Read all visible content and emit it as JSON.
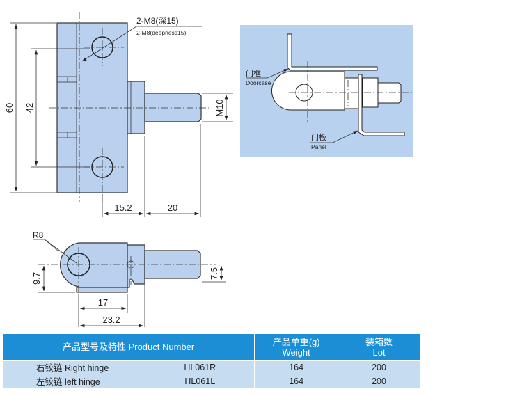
{
  "top_view": {
    "dim_height": "60",
    "dim_hole_spacing": "42",
    "dim_thread": "M10",
    "dim_collar": "15.2",
    "dim_shaft": "20",
    "hole_label_cn": "2-M8(深15)",
    "hole_label_en": "2-M8(deepness15)"
  },
  "side_view": {
    "radius": "R8",
    "dim_hole_offset": "9.7",
    "dim_shaft_half": "7.5",
    "dim_body": "17",
    "dim_total": "23.2"
  },
  "install_view": {
    "doorcase_cn": "门框",
    "doorcase_en": "Doorcase",
    "panel_cn": "门板",
    "panel_en": "Panel"
  },
  "table": {
    "headers": {
      "product": "产品型号及特性 Product Number",
      "weight_cn": "产品单重(g)",
      "weight_en": "Weight",
      "lot_cn": "装箱数",
      "lot_en": "Lot"
    },
    "rows": [
      {
        "desc": "右铰链 Right hinge",
        "model": "HL061R",
        "weight": "164",
        "lot": "200"
      },
      {
        "desc": "左铰链 left hinge",
        "model": "HL061L",
        "weight": "164",
        "lot": "200"
      }
    ]
  },
  "colors": {
    "part": "#b9d1ee",
    "panel_bg": "#b7d1ee",
    "header": "#1b8ed6",
    "row": "#c5dcf1"
  }
}
